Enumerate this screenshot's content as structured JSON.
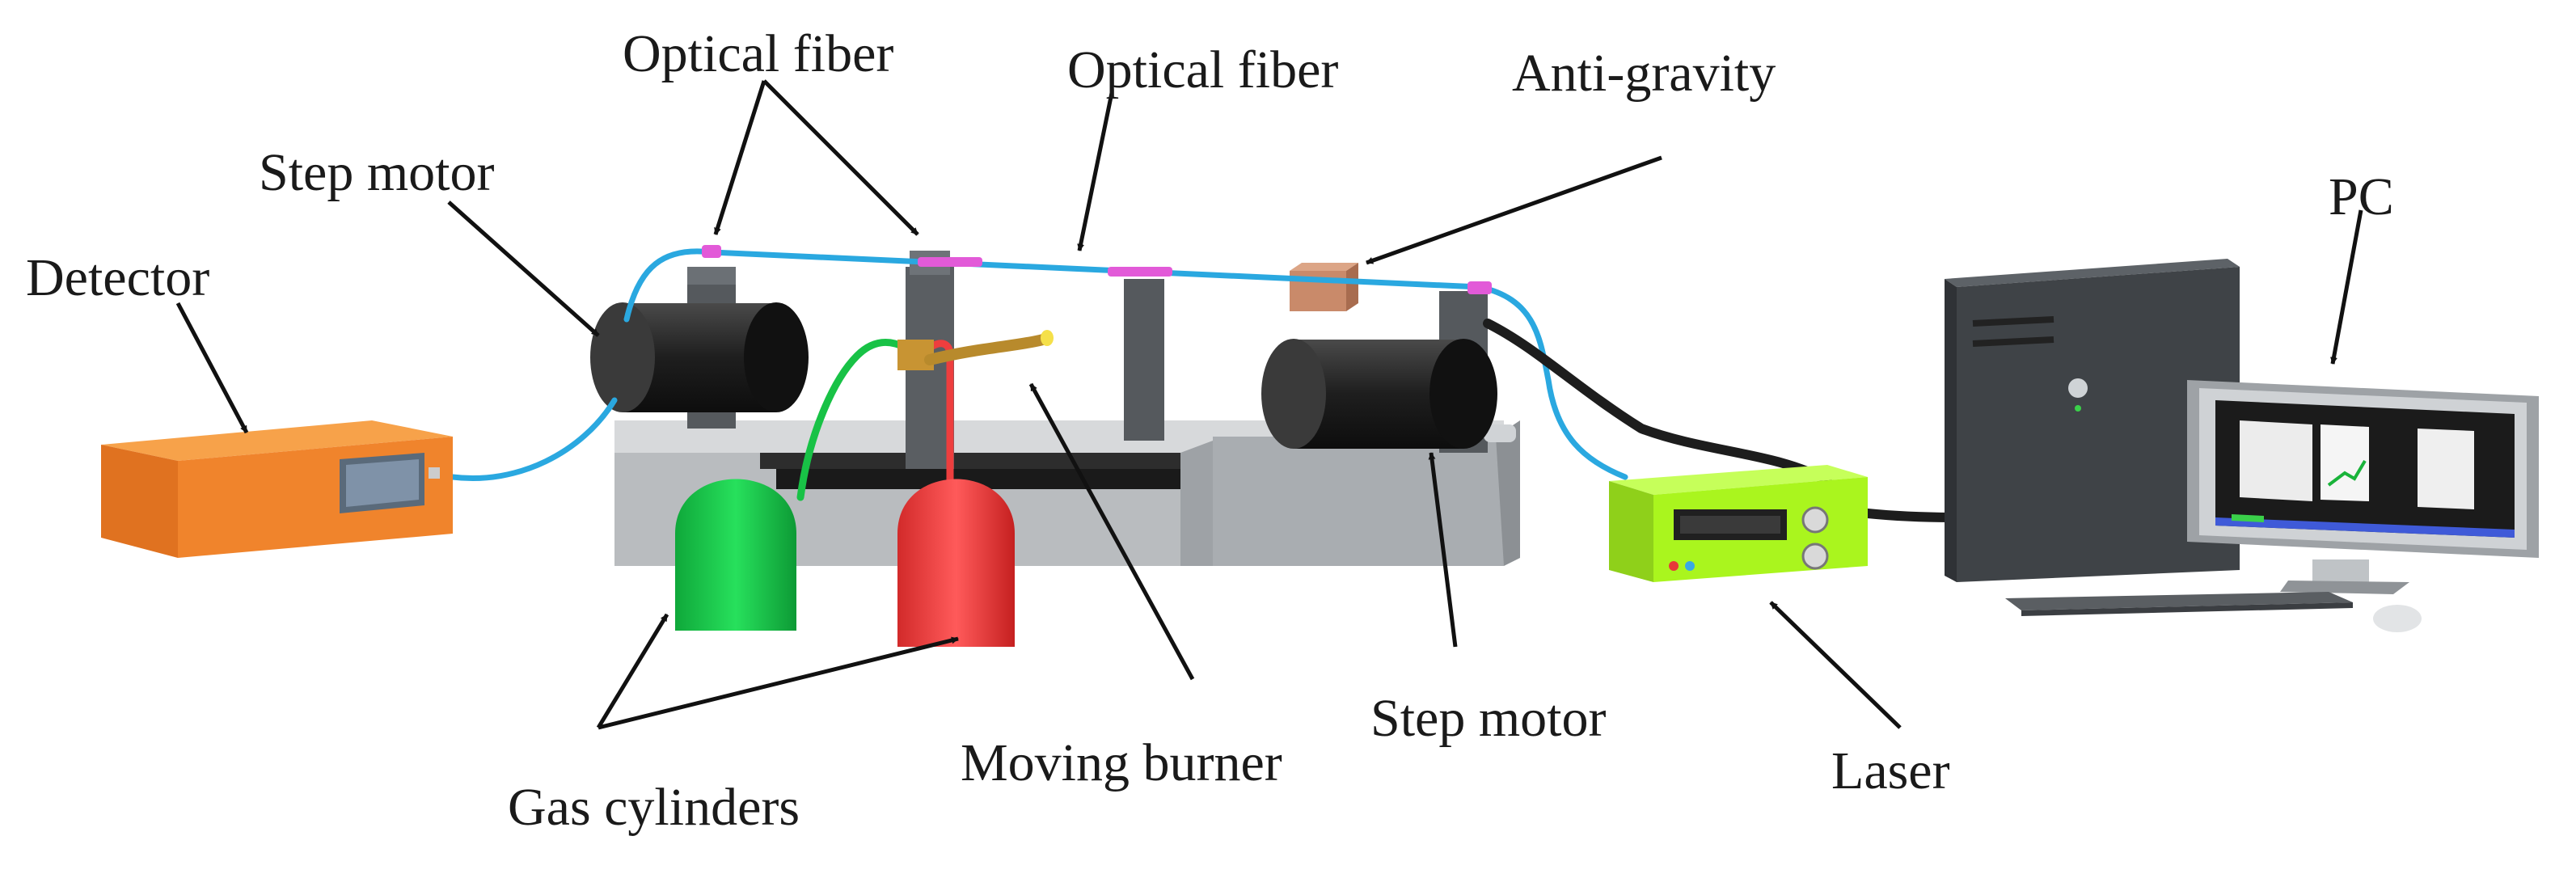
{
  "labels": {
    "optical_fiber_left": "Optical fiber",
    "optical_fiber_right": "Optical fiber",
    "anti_gravity": "Anti-gravity",
    "step_motor_left": "Step motor",
    "step_motor_right": "Step motor",
    "detector": "Detector",
    "pc": "PC",
    "gas_cylinders": "Gas cylinders",
    "moving_burner": "Moving burner",
    "laser": "Laser"
  },
  "colors": {
    "detector_body": "#f0842c",
    "fiber": "#2aa8e0",
    "fiber_clamp": "#e25ad8",
    "gas_green": "#19c94a",
    "gas_red": "#ee3e3e",
    "laser_body": "#aaf51e",
    "anti_gravity_block": "#c98a6a",
    "rail_platform": "#b9bcbf",
    "motor": "#262626",
    "pc_case": "#3f4347"
  },
  "icons": [
    "detector-box",
    "step-motor-cylinder",
    "gas-cylinder",
    "burner",
    "laser-unit",
    "pc-tower",
    "monitor",
    "keyboard",
    "mouse"
  ]
}
